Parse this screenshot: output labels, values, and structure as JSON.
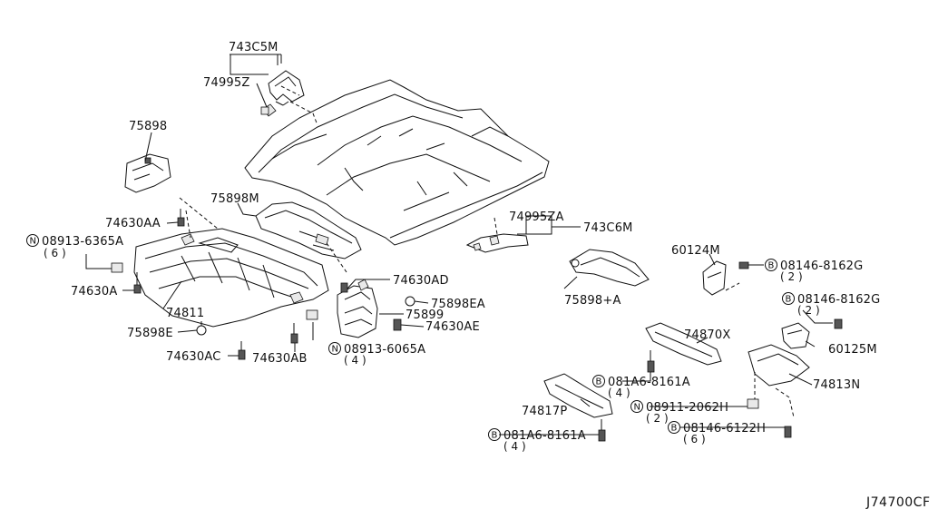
{
  "diagram_ref": "J74700CF",
  "parts": {
    "p743C5M": "743C5M",
    "p74995Z": "74995Z",
    "p75898": "75898",
    "p75898M": "75898M",
    "p74630AA": "74630AA",
    "p08913_6365A": "08913-6365A",
    "q08913_6365A": "( 6 )",
    "p74630A": "74630A",
    "p74811": "74811",
    "p75898E": "75898E",
    "p74630AC": "74630AC",
    "p74630AB": "74630AB",
    "p08913_6065A": "08913-6065A",
    "q08913_6065A": "( 4 )",
    "p74630AD": "74630AD",
    "p75898EA": "75898EA",
    "p75899": "75899",
    "p74630AE": "74630AE",
    "p74995ZA": "74995ZA",
    "p743C6M": "743C6M",
    "p75898A": "75898+A",
    "p60124M": "60124M",
    "p08146_8162G_a": "08146-8162G",
    "q08146_8162G_a": "( 2 )",
    "p08146_8162G_b": "08146-8162G",
    "q08146_8162G_b": "( 2 )",
    "p60125M": "60125M",
    "p74870X": "74870X",
    "p081A6_8161A_a": "081A6-8161A",
    "q081A6_8161A_a": "( 4 )",
    "p74813N": "74813N",
    "p08911_2062H": "08911-2062H",
    "q08911_2062H": "( 2 )",
    "p74817P": "74817P",
    "p08146_6122H": "08146-6122H",
    "q08146_6122H": "( 6 )",
    "p081A6_8161A_b": "081A6-8161A",
    "q081A6_8161A_b": "( 4 )"
  },
  "badges": {
    "N": "N",
    "B": "B"
  }
}
